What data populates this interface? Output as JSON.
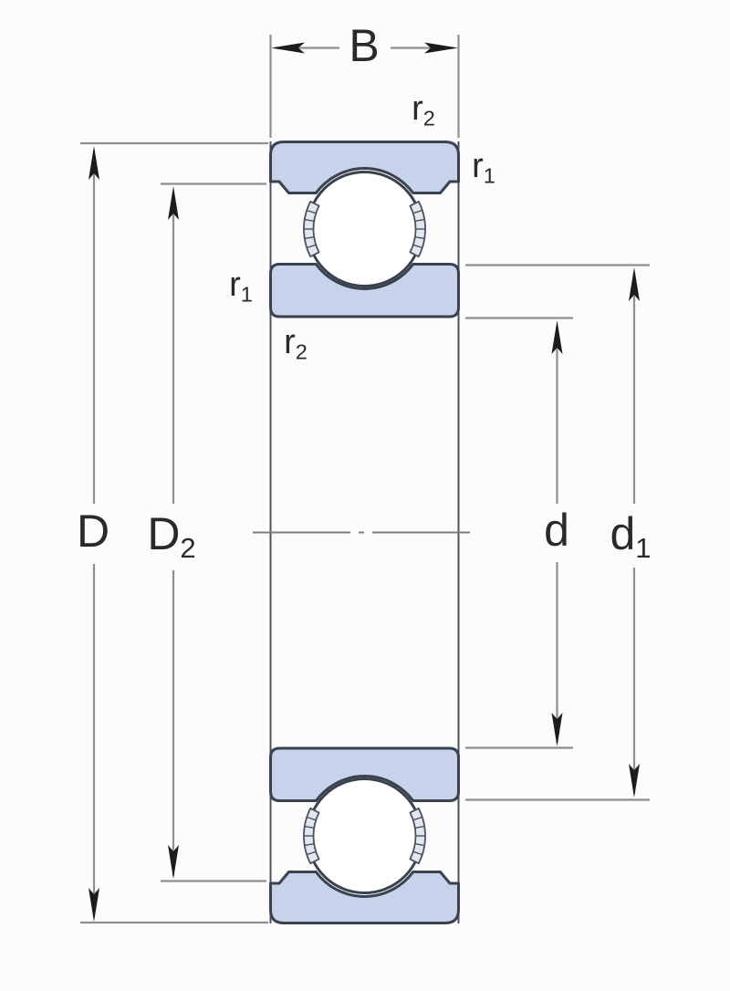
{
  "diagram": {
    "kind": "ball-bearing-cross-section-dimension-drawing",
    "labels": {
      "width": {
        "main": "B",
        "sub": ""
      },
      "outer_diameter": {
        "main": "D",
        "sub": ""
      },
      "outer_recess_diameter": {
        "main": "D",
        "sub": "2"
      },
      "bore_diameter": {
        "main": "d",
        "sub": ""
      },
      "inner_shoulder_diameter": {
        "main": "d",
        "sub": "1"
      },
      "chamfer_r2_top": {
        "main": "r",
        "sub": "2"
      },
      "chamfer_r1_top_right": {
        "main": "r",
        "sub": "1"
      },
      "chamfer_r1_left": {
        "main": "r",
        "sub": "1"
      },
      "chamfer_r2_left": {
        "main": "r",
        "sub": "2"
      }
    },
    "colors": {
      "ring_fill": "#c7d2eb",
      "outline": "#39424e",
      "dimension_line": "#8f8f8f",
      "arrow": "#1c1c1c",
      "label_text": "#2a2a2a",
      "background": "#fcfcfc",
      "ball_fill": "#ffffff",
      "cage_fill": "#e2e6ed",
      "cage_stroke": "#4a5160",
      "centerline": "#7d7d7d"
    }
  }
}
